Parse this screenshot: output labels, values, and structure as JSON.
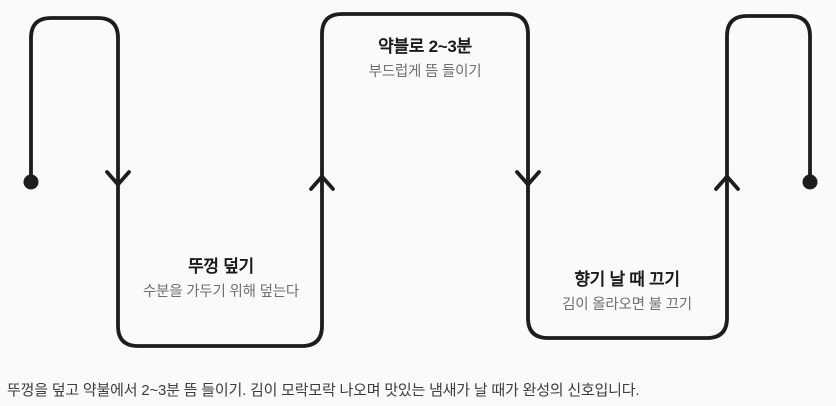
{
  "diagram": {
    "steps": [
      {
        "title": "뚜껑 덮기",
        "subtitle": "수분을 가두기 위해 덮는다"
      },
      {
        "title": "약블로 2~3분",
        "subtitle": "부드럽게 뜸 들이기"
      },
      {
        "title": "향기 날 때 끄기",
        "subtitle": "김이 올라오면 불 끄기"
      }
    ],
    "caption": "뚜껑을 덮고 약불에서 2~3분 뜸 들이기. 김이 모락모락 나오며 맛있는 냄새가 날 때가 완성의 신호입니다."
  },
  "colors": {
    "line": "#1d1d1f",
    "title": "#1a1a1a",
    "subtitle": "#6e6e73",
    "caption": "#3c3c3f",
    "background": "#fafafa"
  }
}
